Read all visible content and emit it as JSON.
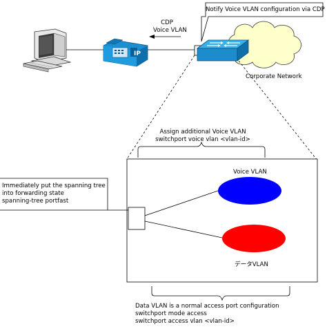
{
  "callout": {
    "text": "Notify Voice VLAN configuration via CDP"
  },
  "cdp_arrow": {
    "line1": "CDP",
    "line2": "Voice VLAN"
  },
  "phone": {
    "badge": "IP"
  },
  "cloud": {
    "label": "Corporate Network"
  },
  "voice_brace": {
    "line1": "Assign additional Voice VLAN",
    "line2": "switchport voice vlan <vlan-id>"
  },
  "voice_vlan": {
    "label": "Voice VLAN",
    "color": "#0000ff"
  },
  "data_vlan": {
    "label": "データVLAN",
    "color": "#ff0000"
  },
  "portfast_note": {
    "line1": "Immediately put the spanning tree",
    "line2": "into forwarding state",
    "line3": "spanning-tree portfast"
  },
  "data_brace": {
    "line1": "Data VLAN is a normal access port configuration",
    "line2": "switchport mode access",
    "line3": "switchport access vlan <vlan-id>"
  },
  "colors": {
    "phone": "#1b8fd2",
    "switch": "#1c8ccc",
    "cloud": "#ffffcc"
  }
}
